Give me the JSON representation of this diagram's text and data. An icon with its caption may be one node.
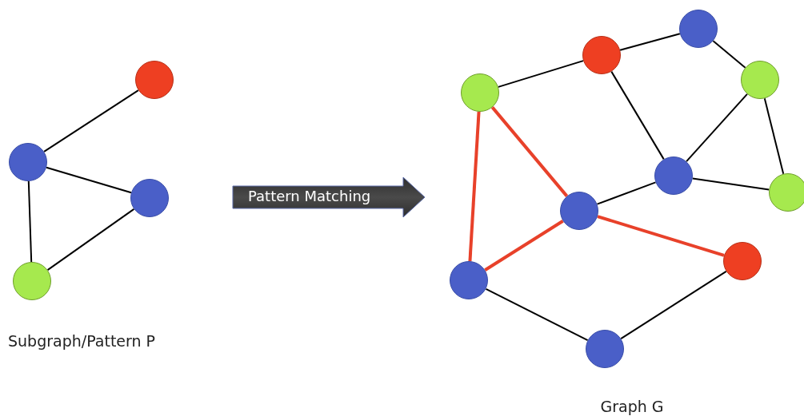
{
  "diagram": {
    "nodes": [
      {
        "text": [],
        "shape": "circle"
      },
      {
        "text": [],
        "shape": "circle"
      },
      {
        "text": [],
        "shape": "circle"
      },
      {
        "text": [],
        "shape": "circle"
      },
      {
        "text": [
          "Pattern Matching"
        ]
      },
      {
        "text": [],
        "shape": "circle"
      },
      {
        "text": [],
        "shape": "circle"
      },
      {
        "text": [],
        "shape": "circle"
      },
      {
        "text": [],
        "shape": "circle"
      },
      {
        "text": [],
        "shape": "circle"
      },
      {
        "text": [],
        "shape": "circle"
      },
      {
        "text": [],
        "shape": "circle"
      },
      {
        "text": [],
        "shape": "circle"
      },
      {
        "text": [],
        "shape": "circle"
      },
      {
        "text": [],
        "shape": "circle"
      }
    ],
    "edges": [
      {
        "from": 0,
        "to": 1,
        "arrow": "none"
      },
      {
        "from": 1,
        "to": 2,
        "arrow": "none"
      },
      {
        "from": 1,
        "to": 3,
        "arrow": "none"
      },
      {
        "from": 2,
        "to": 3,
        "arrow": "none"
      },
      {
        "from": 8,
        "to": 6,
        "arrow": "none"
      },
      {
        "from": 6,
        "to": 5,
        "arrow": "none"
      },
      {
        "from": 5,
        "to": 7,
        "arrow": "none"
      },
      {
        "from": 7,
        "to": 10,
        "arrow": "none"
      },
      {
        "from": 6,
        "to": 9,
        "arrow": "none"
      },
      {
        "from": 7,
        "to": 9,
        "arrow": "none"
      },
      {
        "from": 9,
        "to": 11,
        "arrow": "none"
      },
      {
        "from": 9,
        "to": 10,
        "arrow": "none"
      },
      {
        "from": 13,
        "to": 14,
        "arrow": "none"
      },
      {
        "from": 14,
        "to": 12,
        "arrow": "none"
      },
      {
        "from": 8,
        "to": 11,
        "arrow": "none",
        "style": "thick",
        "color": "#e8412a"
      },
      {
        "from": 8,
        "to": 13,
        "arrow": "none",
        "style": "thick",
        "color": "#e8412a"
      },
      {
        "from": 11,
        "to": 13,
        "arrow": "none",
        "style": "thick",
        "color": "#e8412a"
      },
      {
        "from": 11,
        "to": 12,
        "arrow": "none",
        "style": "thick",
        "color": "#e8412a"
      }
    ],
    "labels": [
      "Subgraph/Pattern P",
      "Graph G"
    ]
  }
}
